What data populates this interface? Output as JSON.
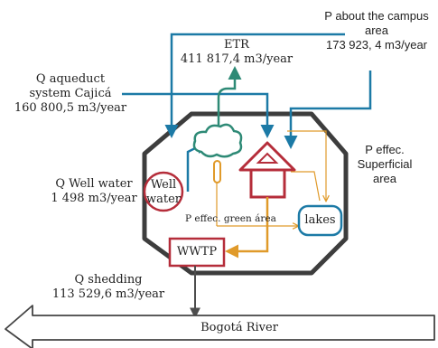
{
  "precip_campus": {
    "line1": "P about the campus",
    "line2": "area",
    "line3": "173 923, 4 m3/year"
  },
  "etr": {
    "line1": "ETR",
    "line2": "411 817,4 m3/year"
  },
  "aqueduct": {
    "line1": "Q aqueduct",
    "line2": "system Cajicá",
    "line3": "160 800,5 m3/year"
  },
  "p_superficial": {
    "line1": "P effec.",
    "line2": "Superficial",
    "line3": "area"
  },
  "well_water": {
    "line1": "Q Well water",
    "line2": "1 498 m3/year"
  },
  "well_node": {
    "line1": "Well",
    "line2": "water"
  },
  "p_green": {
    "label": "P effec.  green área"
  },
  "lakes": {
    "label": "lakes"
  },
  "wwtp": {
    "label": "WWTP"
  },
  "shedding": {
    "line1": "Q shedding",
    "line2": "113 529,6 m3/year"
  },
  "river": {
    "label": "Bogotá River"
  },
  "colors": {
    "blue": "#1c7aa6",
    "teal": "#2e8a76",
    "red": "#b52d3a",
    "orange": "#e09a2a",
    "gray": "#4d4d4d"
  }
}
